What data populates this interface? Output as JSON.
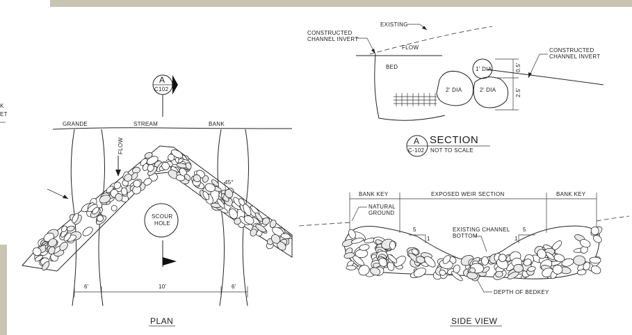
{
  "plan": {
    "title": "PLAN",
    "bank_left": "GRANDE",
    "stream": "STREAM",
    "bank_right": "BANK",
    "flow": "FLOW",
    "scour_line1": "SCOUR",
    "scour_line2": "HOLE",
    "angle": "45°",
    "dim_left": "6'",
    "dim_center": "10'",
    "dim_right": "6'",
    "marker_letter": "A",
    "marker_sheet": "C102"
  },
  "cut_text": [
    "K",
    "ET"
  ],
  "section": {
    "existing": "EXISTING",
    "constructed_left_1": "CONSTRUCTED",
    "constructed_left_2": "CHANNEL INVERT",
    "flow": "FLOW",
    "bed": "BED",
    "constructed_right_1": "CONSTRUCTED",
    "constructed_right_2": "CHANNEL INVERT",
    "rock_small": "1' DIA",
    "rock_left": "2' DIA",
    "rock_right": "2' DIA",
    "dim_top": "0.5'",
    "dim_side": "2.5'",
    "title": "SECTION",
    "marker_letter": "A",
    "marker_sheet": "C-102",
    "scale": "NOT TO SCALE"
  },
  "side": {
    "bank_key_left": "BANK KEY",
    "exposed": "EXPOSED WEIR SECTION",
    "bank_key_right": "BANK KEY",
    "natural_1": "NATURAL",
    "natural_2": "GROUND",
    "existing_1": "EXISTING CHANNEL",
    "existing_2": "BOTTOM",
    "slope_run_left": "5",
    "slope_rise_left": "1",
    "slope_run_right": "5",
    "slope_rise_right": "1",
    "bedkey": "DEPTH OF BEDKEY",
    "title": "SIDE VIEW"
  },
  "colors": {
    "frame_band": "#c9c4b2",
    "line": "#222222"
  }
}
